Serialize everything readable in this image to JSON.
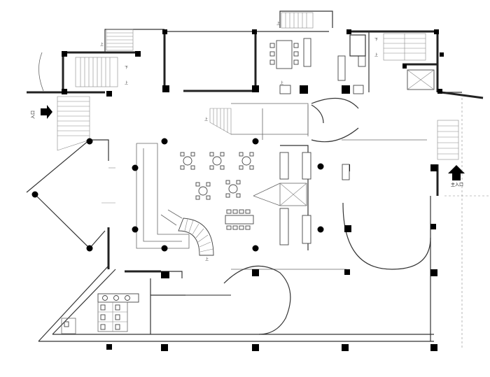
{
  "labels": {
    "main_entrance": "主入口",
    "side_entrance": "入口",
    "up": "上",
    "down": "下"
  }
}
